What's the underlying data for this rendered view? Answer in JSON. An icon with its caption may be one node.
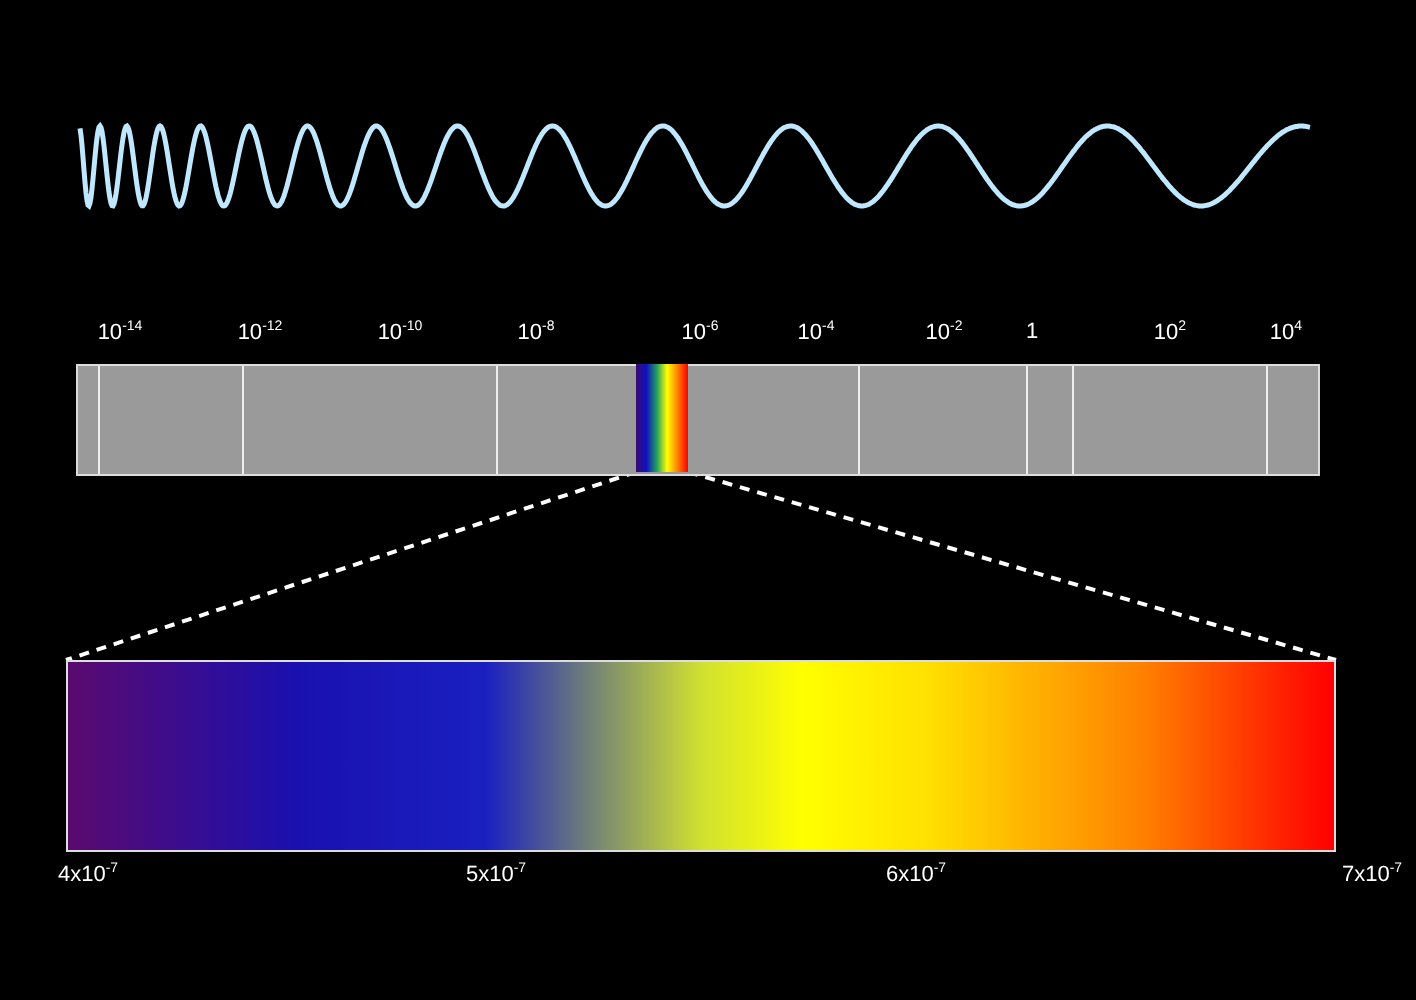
{
  "diagram": {
    "nodes": [
      {
        "text": [],
        "shape": "bar"
      },
      {
        "text": [],
        "shape": "bar",
        "in": 0
      },
      {
        "text": [],
        "shape": "bar"
      }
    ],
    "edges": [
      {
        "from": 1,
        "to": 2,
        "arrow": "none",
        "style": "dashed"
      },
      {
        "from": 1,
        "to": 2,
        "arrow": "none",
        "style": "dashed"
      }
    ],
    "labels": [
      "10$^{-14}$",
      "10$^{-12}$",
      "10$^{-10}$",
      "10$^{-8}$",
      "10$^{-6}$",
      "10$^{-4}$",
      "10$^{-2}$",
      "1",
      "10$^{2}$",
      "10$^{4}$",
      "4x10$^{-7}$",
      "5x10$^{-7}$",
      "6x10$^{-7}$",
      "7x10$^{-7}$"
    ]
  }
}
